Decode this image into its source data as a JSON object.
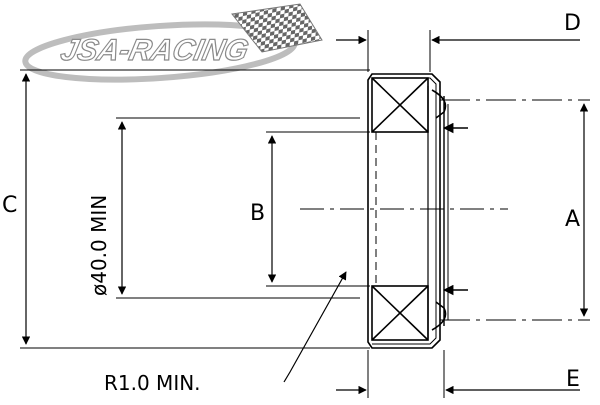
{
  "logo": {
    "text": "JSA-RACING",
    "colors": {
      "swoosh": "#c8c8c8",
      "text": "#ffffff",
      "outline": "#9a9a9a",
      "flag": "#555555"
    }
  },
  "labels": {
    "A": "A",
    "B": "B",
    "C": "C",
    "D": "D",
    "E": "E",
    "diameter": "ø40.0 MIN",
    "radius": "R1.0 MIN."
  },
  "colors": {
    "line": "#000000",
    "background": "#ffffff"
  }
}
